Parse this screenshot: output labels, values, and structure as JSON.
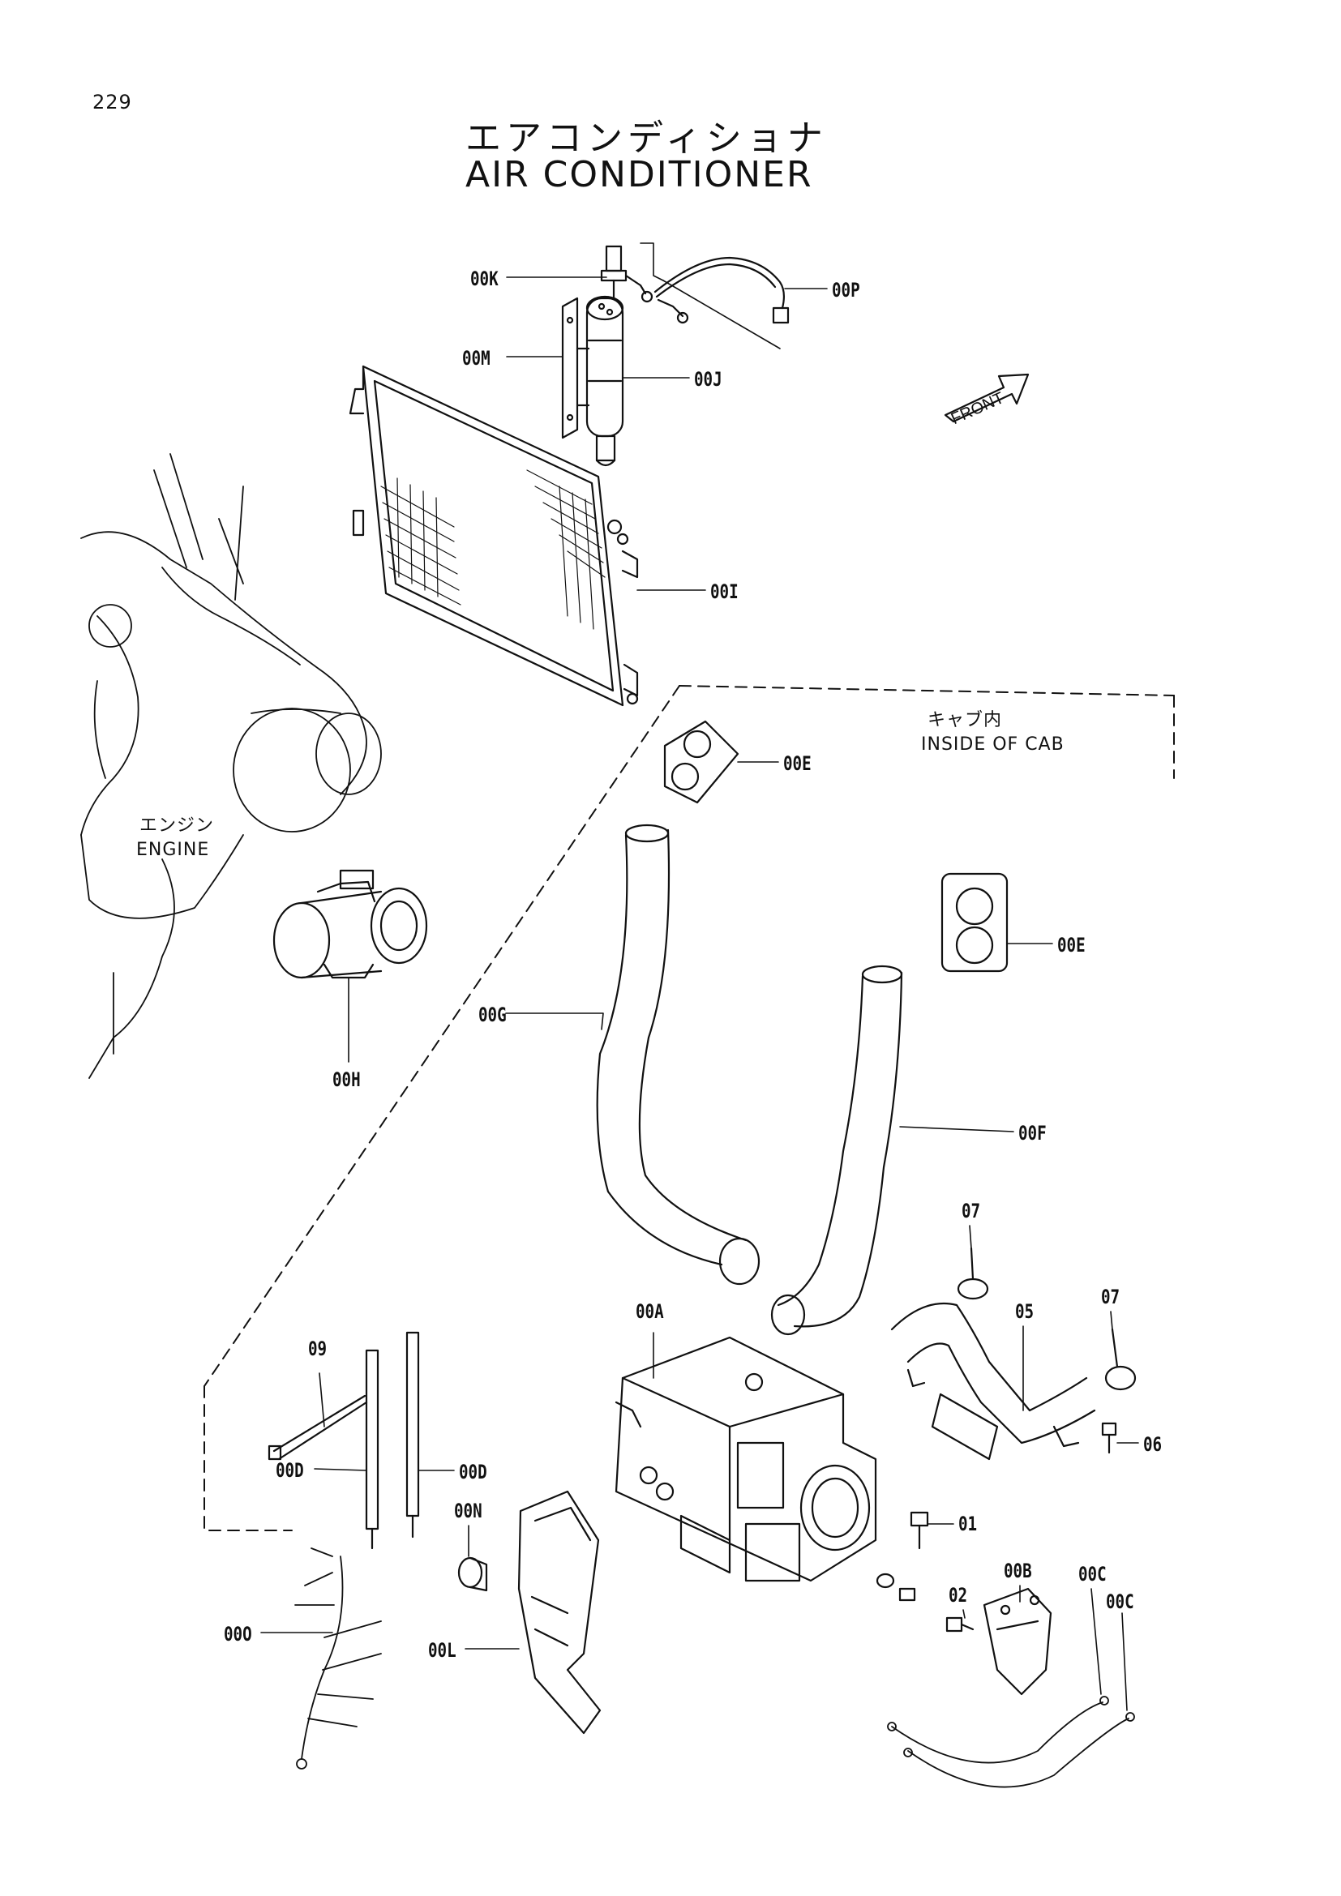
{
  "page_number": "229",
  "title_jp": "エアコンディショナ",
  "title_en": "AIR CONDITIONER",
  "front_label": "FRONT",
  "captions": {
    "cab_jp": "キャブ内",
    "cab_en": "INSIDE OF CAB",
    "engine_jp": "エンジン",
    "engine_en": "ENGINE"
  },
  "part_labels": {
    "k": "00K",
    "p": "00P",
    "m": "00M",
    "j": "00J",
    "i": "00I",
    "e_upper": "00E",
    "e_right": "00E",
    "g": "00G",
    "h": "00H",
    "f": "00F",
    "p07_top": "07",
    "p07_right": "07",
    "p05": "05",
    "a": "00A",
    "p09": "09",
    "p06": "06",
    "d_left": "00D",
    "d_right": "00D",
    "n": "00N",
    "p01": "01",
    "b": "00B",
    "c_1": "00C",
    "c_2": "00C",
    "p02": "02",
    "o": "00O",
    "l": "00L"
  }
}
